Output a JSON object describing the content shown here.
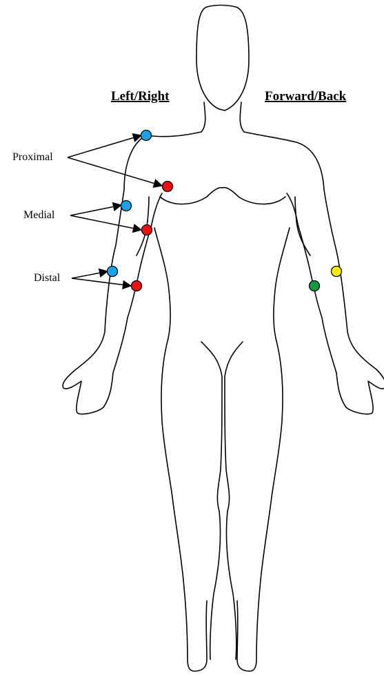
{
  "headings": {
    "left_right": "Left/Right",
    "forward_back": "Forward/Back"
  },
  "labels": {
    "proximal": "Proximal",
    "medial": "Medial",
    "distal": "Distal"
  },
  "colors": {
    "blue": "#1aa3e8",
    "red": "#ee1111",
    "yellow": "#ffee00",
    "green": "#119944",
    "outline": "#000000"
  }
}
